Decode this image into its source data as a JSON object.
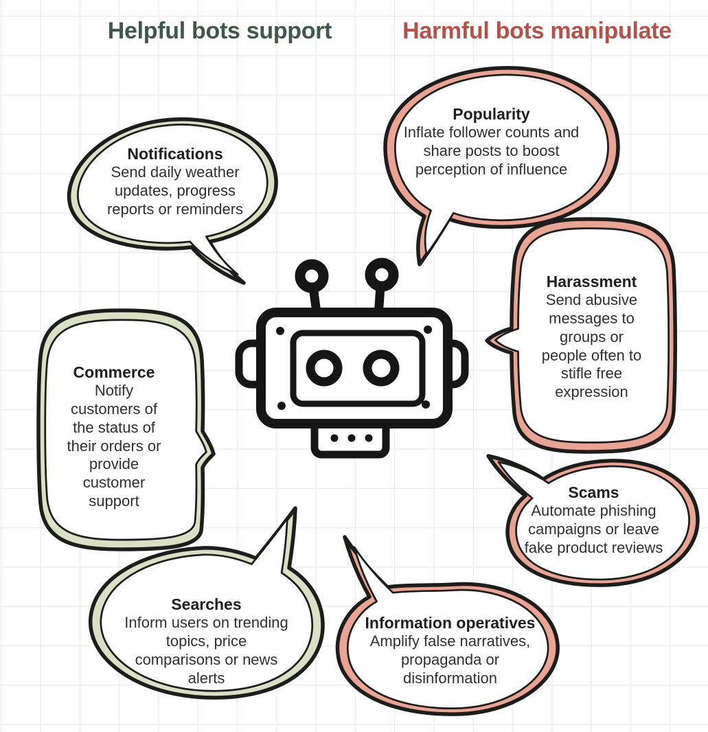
{
  "headings": {
    "helpful": "Helpful bots support",
    "harmful": "Harmful bots manipulate"
  },
  "palette": {
    "helpful_heading": "#3e594a",
    "harmful_heading": "#b5504b",
    "helpful_band": "#d9e0c4",
    "harmful_band": "#eaa493",
    "outline": "#1d1d1b",
    "title_text": "#1f1f1f",
    "body_text": "#303030",
    "grid_line": "#efedee",
    "background": "#ffffff"
  },
  "center_icon": "robot-head",
  "bubbles": [
    {
      "id": "notifications",
      "side": "helpful",
      "title": "Notifications",
      "body": "Send daily weather updates, progress reports or reminders"
    },
    {
      "id": "popularity",
      "side": "harmful",
      "title": "Popularity",
      "body": "Inflate follower counts and share posts to boost perception of influence"
    },
    {
      "id": "harassment",
      "side": "harmful",
      "title": "Harassment",
      "body": "Send abusive messages to groups or people often to stifle free expression"
    },
    {
      "id": "commerce",
      "side": "helpful",
      "title": "Commerce",
      "body": "Notify customers of the status of their orders or provide customer support"
    },
    {
      "id": "scams",
      "side": "harmful",
      "title": "Scams",
      "body": "Automate phishing campaigns or leave fake product reviews"
    },
    {
      "id": "information_operatives",
      "side": "harmful",
      "title": "Information operatives",
      "body": "Amplify false narratives, propaganda or disinformation"
    },
    {
      "id": "searches",
      "side": "helpful",
      "title": "Searches",
      "body": "Inform users on trending topics, price comparisons or news alerts"
    }
  ]
}
